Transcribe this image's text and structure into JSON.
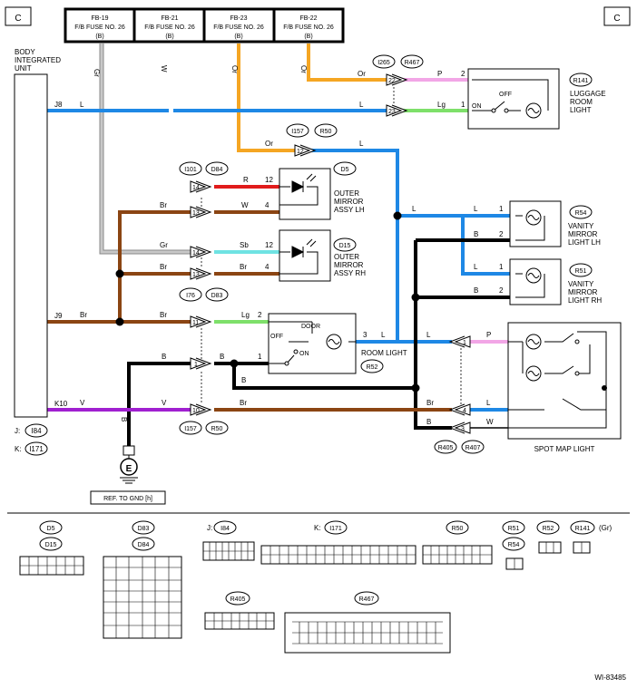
{
  "corner_labels": [
    "C",
    "C"
  ],
  "fuses": [
    {
      "id": "FB-19",
      "name": "F/B FUSE NO. 26",
      "sub": "(B)"
    },
    {
      "id": "FB-21",
      "name": "F/B FUSE NO. 26",
      "sub": "(B)"
    },
    {
      "id": "FB-23",
      "name": "F/B FUSE NO. 26",
      "sub": "(B)"
    },
    {
      "id": "FB-22",
      "name": "F/B FUSE NO. 26",
      "sub": "(B)"
    }
  ],
  "body_unit": {
    "line1": "BODY",
    "line2": "INTEGRATED",
    "line3": "UNIT",
    "pins": [
      "J8",
      "J9",
      "K10"
    ],
    "j_label": "J:",
    "j_conn": "I84",
    "k_label": "K:",
    "k_conn": "I171"
  },
  "ground": {
    "symbol": "E",
    "ref": "REF. TO GND [h]"
  },
  "components": {
    "luggage": {
      "conn": "R141",
      "name1": "LUGGAGE",
      "name2": "ROOM",
      "name3": "LIGHT",
      "off": "OFF",
      "on": "ON"
    },
    "mirror_lh": {
      "conn": "D5",
      "name1": "OUTER",
      "name2": "MIRROR",
      "name3": "ASSY LH"
    },
    "mirror_rh": {
      "conn": "D15",
      "name1": "OUTER",
      "name2": "MIRROR",
      "name3": "ASSY RH"
    },
    "vanity_lh": {
      "conn": "R54",
      "name1": "VANITY",
      "name2": "MIRROR",
      "name3": "LIGHT LH"
    },
    "vanity_rh": {
      "conn": "R51",
      "name1": "VANITY",
      "name2": "MIRROR",
      "name3": "LIGHT RH"
    },
    "room": {
      "conn": "R52",
      "name": "ROOM LIGHT",
      "door": "DOOR",
      "off": "OFF",
      "on": "ON"
    },
    "spot": {
      "name": "SPOT MAP LIGHT"
    }
  },
  "conn_labels": {
    "i265": "I265",
    "r467": "R467",
    "i157": "I157",
    "r50": "R50",
    "i101": "I101",
    "d84": "D84",
    "i76": "I76",
    "d83": "D83",
    "i157b": "I157",
    "r50b": "R50",
    "r405": "R405",
    "r407": "R407"
  },
  "wire_colors": {
    "gr": "Gr",
    "w": "W",
    "or": "Or",
    "l": "L",
    "p": "P",
    "lg": "Lg",
    "r": "R",
    "br": "Br",
    "sb": "Sb",
    "b": "B",
    "v": "V"
  },
  "pin_numbers": {
    "p22": "22",
    "p23": "23",
    "p2": "2",
    "p1": "1",
    "p12": "12",
    "p14": "14",
    "p13": "13",
    "p4": "4",
    "p11": "11",
    "p3": "3",
    "p10": "10"
  },
  "legend": {
    "d5": "D5",
    "d15": "D15",
    "d83": "D83",
    "d84": "D84",
    "j_label": "J:",
    "i84": "I84",
    "k_label": "K:",
    "i171": "I171",
    "r50": "R50",
    "r51": "R51",
    "r54": "R54",
    "r52": "R52",
    "r141": "R141",
    "r141_note": "(Gr)",
    "r405": "R405",
    "r467": "R467"
  },
  "colors": {
    "or": "#f5a623",
    "l": "#1e88e5",
    "lg": "#7ee06a",
    "r": "#e11b1b",
    "br": "#8b4513",
    "gr": "#c8c8c8",
    "sb": "#6fe3e3",
    "p": "#f2a6e6",
    "v": "#a020d0",
    "b": "#000000"
  },
  "watermark": "WI-83485"
}
